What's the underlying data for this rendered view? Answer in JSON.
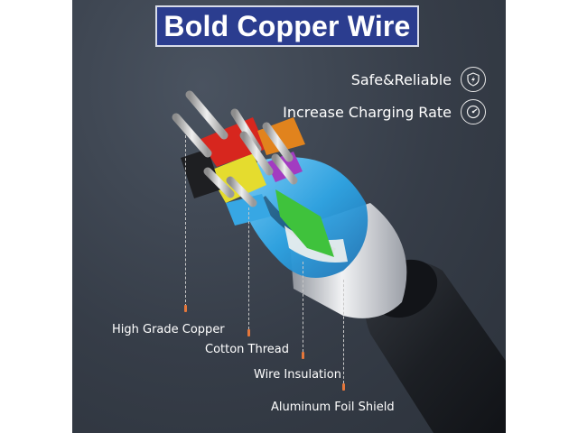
{
  "title": "Bold Copper Wire",
  "features": [
    {
      "label": "Safe&Reliable",
      "icon": "lightning-shield-icon"
    },
    {
      "label": "Increase Charging Rate",
      "icon": "speed-gauge-icon"
    }
  ],
  "callouts": [
    {
      "label": "High Grade Copper"
    },
    {
      "label": "Cotton Thread"
    },
    {
      "label": "Wire Insulation"
    },
    {
      "label": "Aluminum Foil Shield"
    }
  ],
  "colors": {
    "background": "#363d48",
    "title_box": "#2b3d8f",
    "accent_dot": "#e5773b",
    "jacket": "#1c1f24",
    "shield": "#c9ccd1",
    "blue_foil": "#2fa6e6"
  }
}
